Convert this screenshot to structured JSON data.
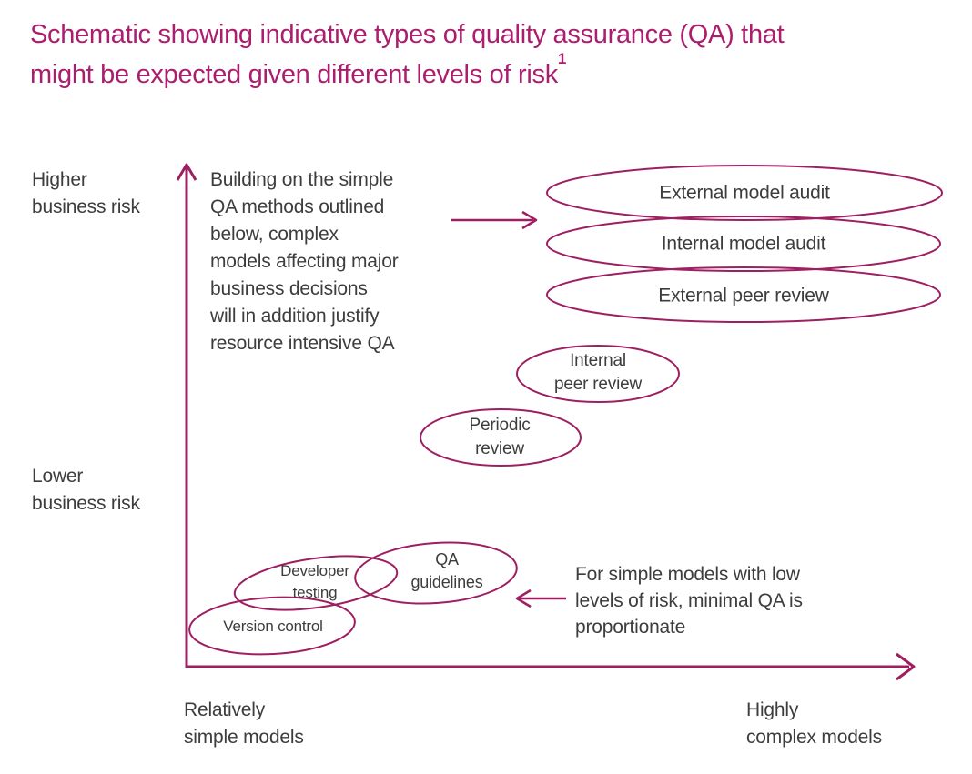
{
  "colors": {
    "accent": "#9e1f61",
    "title_accent": "#ab1e6e",
    "text_color": "#3d3d3d",
    "background": "#ffffff"
  },
  "title": {
    "text": "Schematic showing indicative types of quality assurance (QA) that\nmight be expected given different levels of risk",
    "footnote_marker": "1"
  },
  "axes": {
    "y_top_label": "Higher\nbusiness risk",
    "y_bottom_label": "Lower\nbusiness risk",
    "x_left_label": "Relatively\nsimple models",
    "x_right_label": "Highly\ncomplex models"
  },
  "notes": {
    "complex_models": "Building on the simple\nQA methods outlined\nbelow, complex\nmodels affecting major\nbusiness decisions\nwill in addition justify\nresource intensive QA",
    "simple_models": "For simple models with low\nlevels of risk, minimal QA is\nproportionate"
  },
  "qa_methods": {
    "external_model_audit": "External model audit",
    "internal_model_audit": "Internal model audit",
    "external_peer_review": "External peer review",
    "internal_peer_review": "Internal\npeer review",
    "periodic_review": "Periodic\nreview",
    "developer_testing": "Developer\ntesting",
    "qa_guidelines": "QA\nguidelines",
    "version_control": "Version control"
  }
}
